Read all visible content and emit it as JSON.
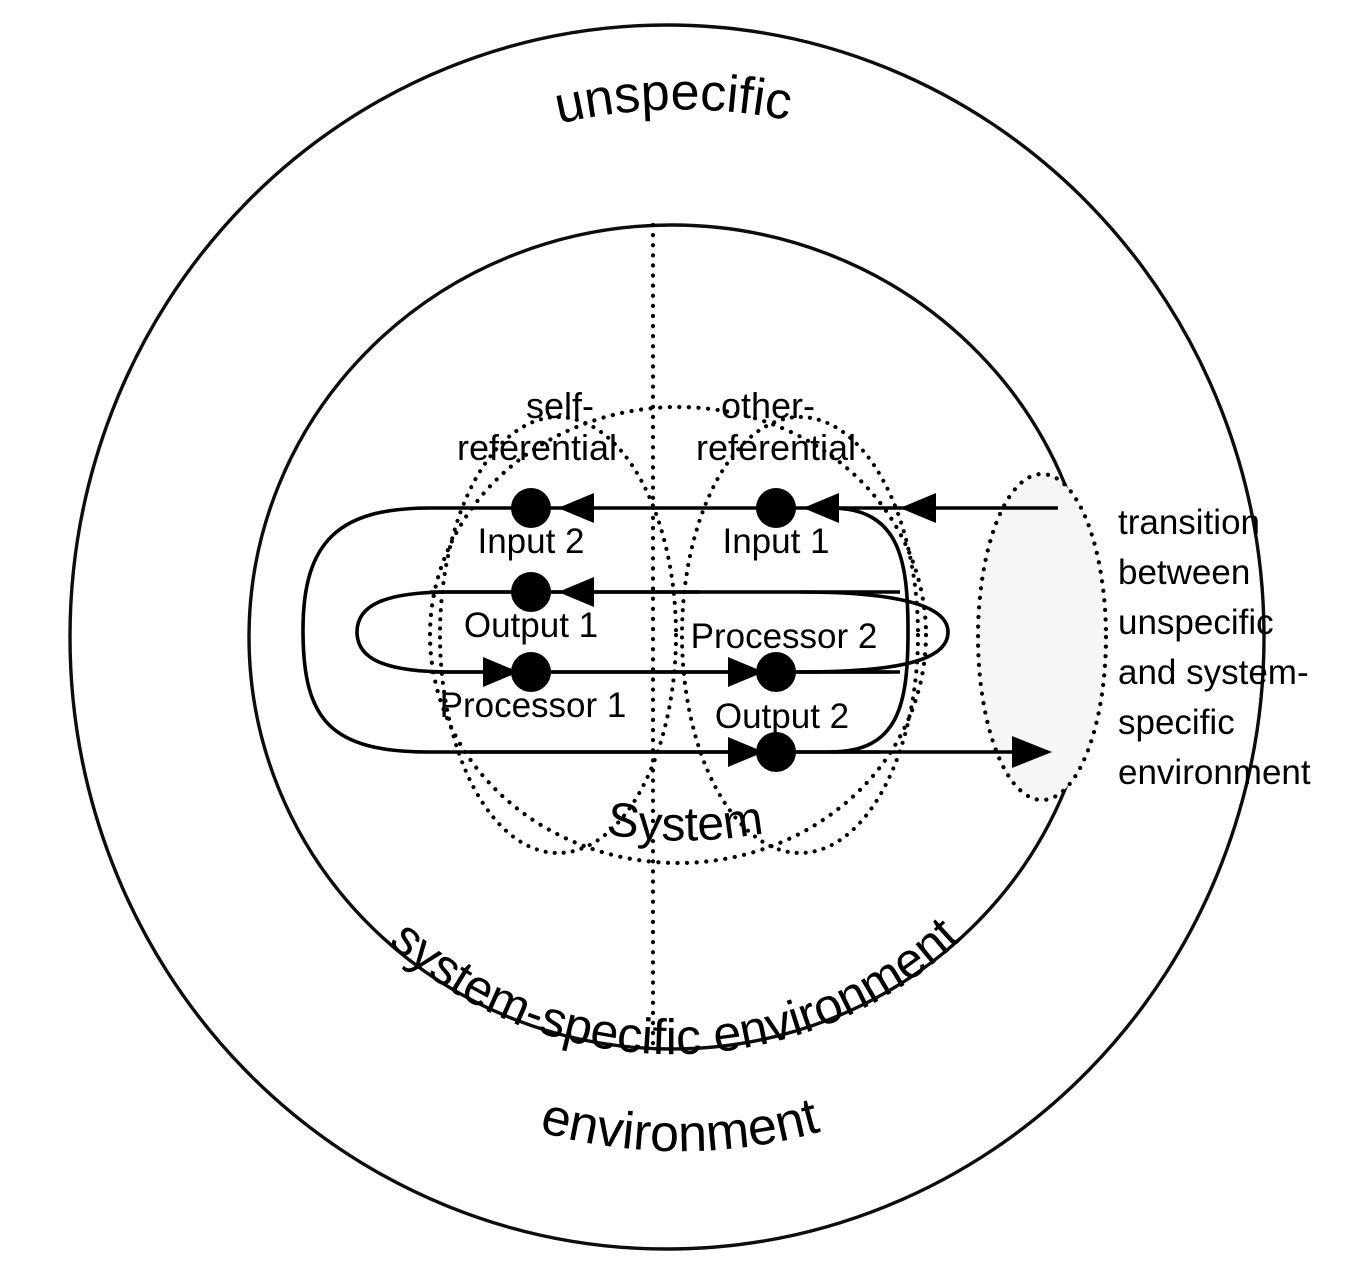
{
  "diagram": {
    "title_visible": false,
    "rings": {
      "outer_label": "environment",
      "outer_top_label": "unspecific",
      "inner_label": "system-specific environment",
      "core_label": "System"
    },
    "quadrants": {
      "left": [
        "self-",
        "referential"
      ],
      "right": [
        "other-",
        "referential"
      ]
    },
    "nodes": [
      {
        "id": "input2",
        "label": "Input 2",
        "row": 1,
        "side": "left"
      },
      {
        "id": "input1",
        "label": "Input 1",
        "row": 1,
        "side": "right"
      },
      {
        "id": "output1",
        "label": "Output 1",
        "row": 2,
        "side": "left"
      },
      {
        "id": "processor2",
        "label": "Processor 2",
        "row": 2,
        "side": "right"
      },
      {
        "id": "processor1",
        "label": "Processor 1",
        "row": 3,
        "side": "left"
      },
      {
        "id": "output2",
        "label": "Output 2",
        "row": 4,
        "side": "right"
      }
    ],
    "side_note_lines": [
      "transition",
      "between",
      "unspecific",
      "and system-",
      "specific",
      "environment"
    ],
    "colors": {
      "stroke": "#000000",
      "background": "#ffffff",
      "transition_fill": "#f6f6f6"
    }
  }
}
